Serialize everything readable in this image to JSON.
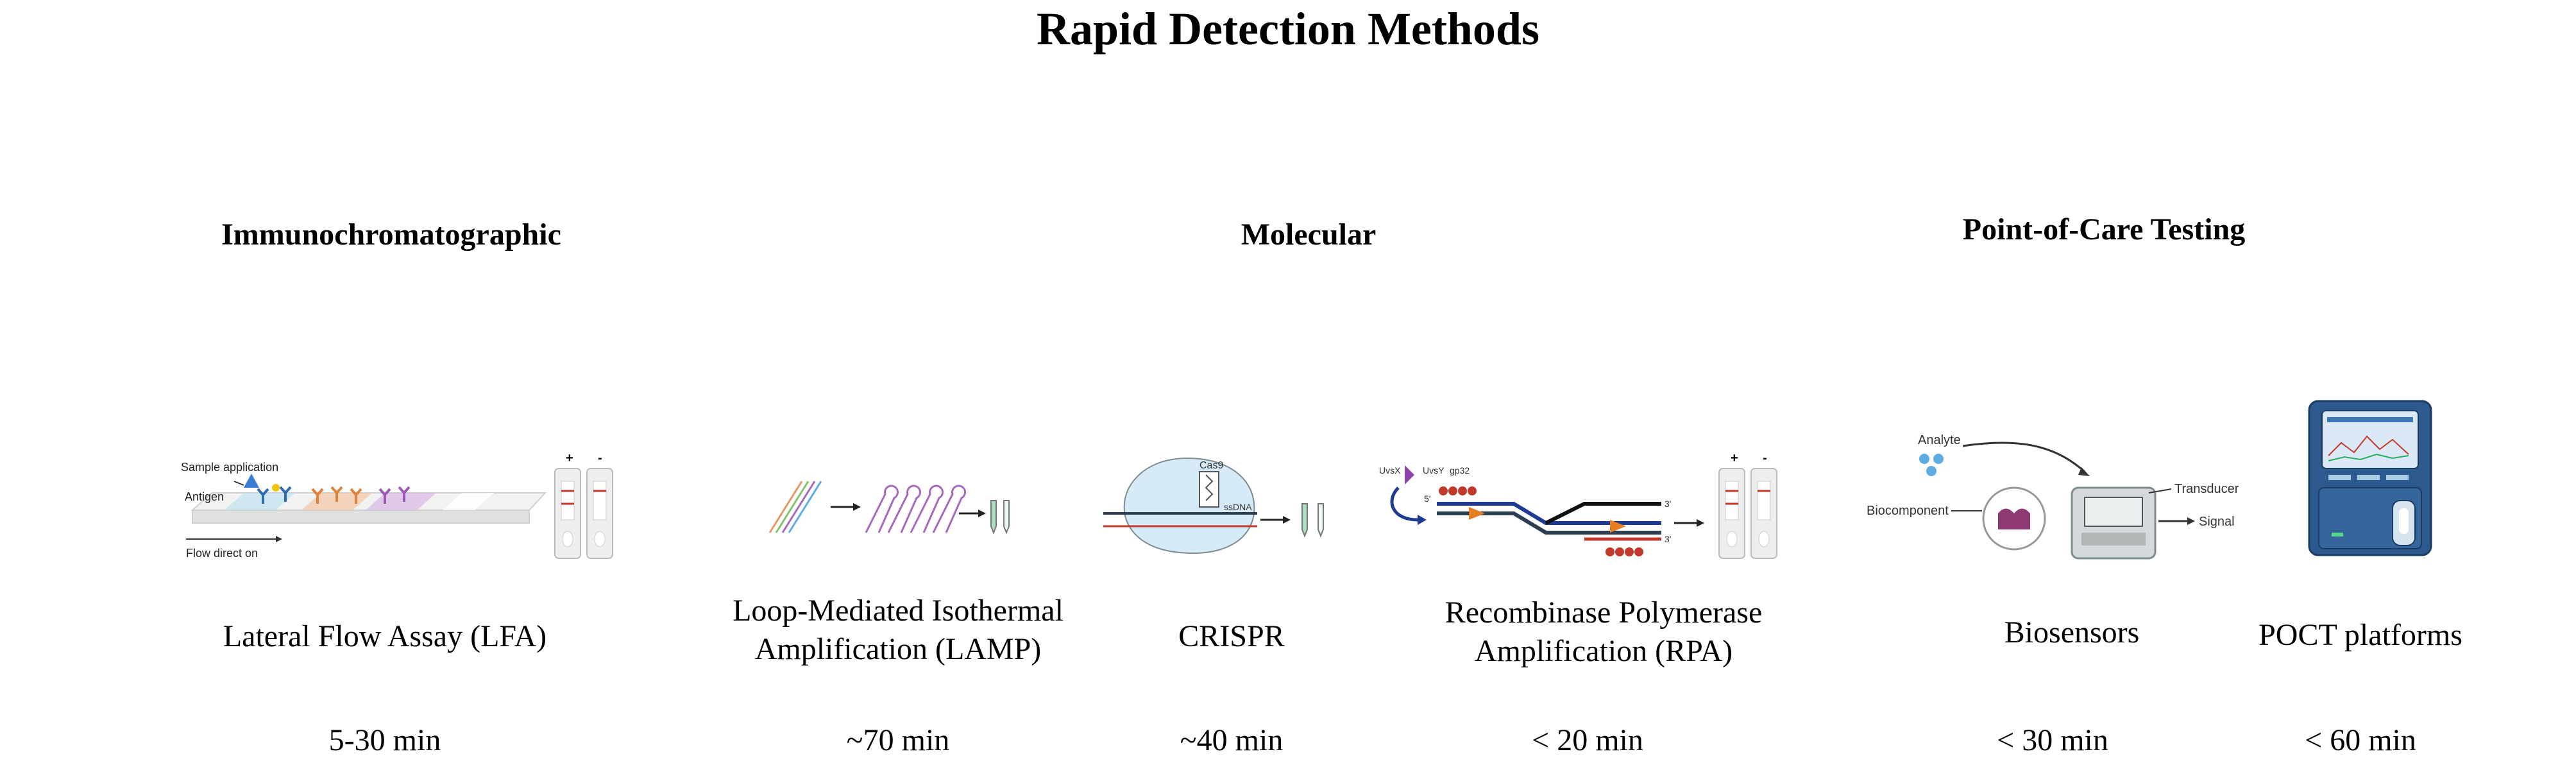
{
  "title": "Rapid Detection  Methods",
  "categories": {
    "immuno": "Immunochromatographic",
    "molecular": "Molecular",
    "poct": "Point-of-Care Testing"
  },
  "methods": [
    {
      "key": "lfa",
      "name": "Lateral Flow Assay (LFA)",
      "time": "5-30 min"
    },
    {
      "key": "lamp",
      "name": "Loop-Mediated Isothermal Amplification (LAMP)",
      "time": "~70 min"
    },
    {
      "key": "crispr",
      "name": "CRISPR",
      "time": "~40 min"
    },
    {
      "key": "rpa",
      "name": "Recombinase Polymerase Amplification (RPA)",
      "time": "< 20 min"
    },
    {
      "key": "biosensors",
      "name": "Biosensors",
      "time": "< 30 min"
    },
    {
      "key": "poct_platforms",
      "name": "POCT platforms",
      "time": "< 60 min"
    }
  ],
  "illustrations": {
    "lfa": {
      "sample_application": "Sample application",
      "antigen": "Antigen",
      "flow_direction": "Flow direct on",
      "plus": "+",
      "minus": "-"
    },
    "crispr": {
      "cas_label": "Cas9",
      "dna_label": "ssDNA"
    },
    "rpa": {
      "uvsx": "UvsX",
      "uvsy": "UvsY",
      "gp32": "gp32",
      "prime_5": "5'",
      "prime_3": "3'"
    },
    "biosensor": {
      "analyte": "Analyte",
      "biocomponent": "Biocomponent",
      "transducer": "Transducer",
      "signal": "Signal"
    }
  },
  "colors": {
    "test_line": "#c0392b",
    "strip": "#e6e6e6",
    "device_blue": "#2c5a8f",
    "screen": "#dbe8f5"
  }
}
